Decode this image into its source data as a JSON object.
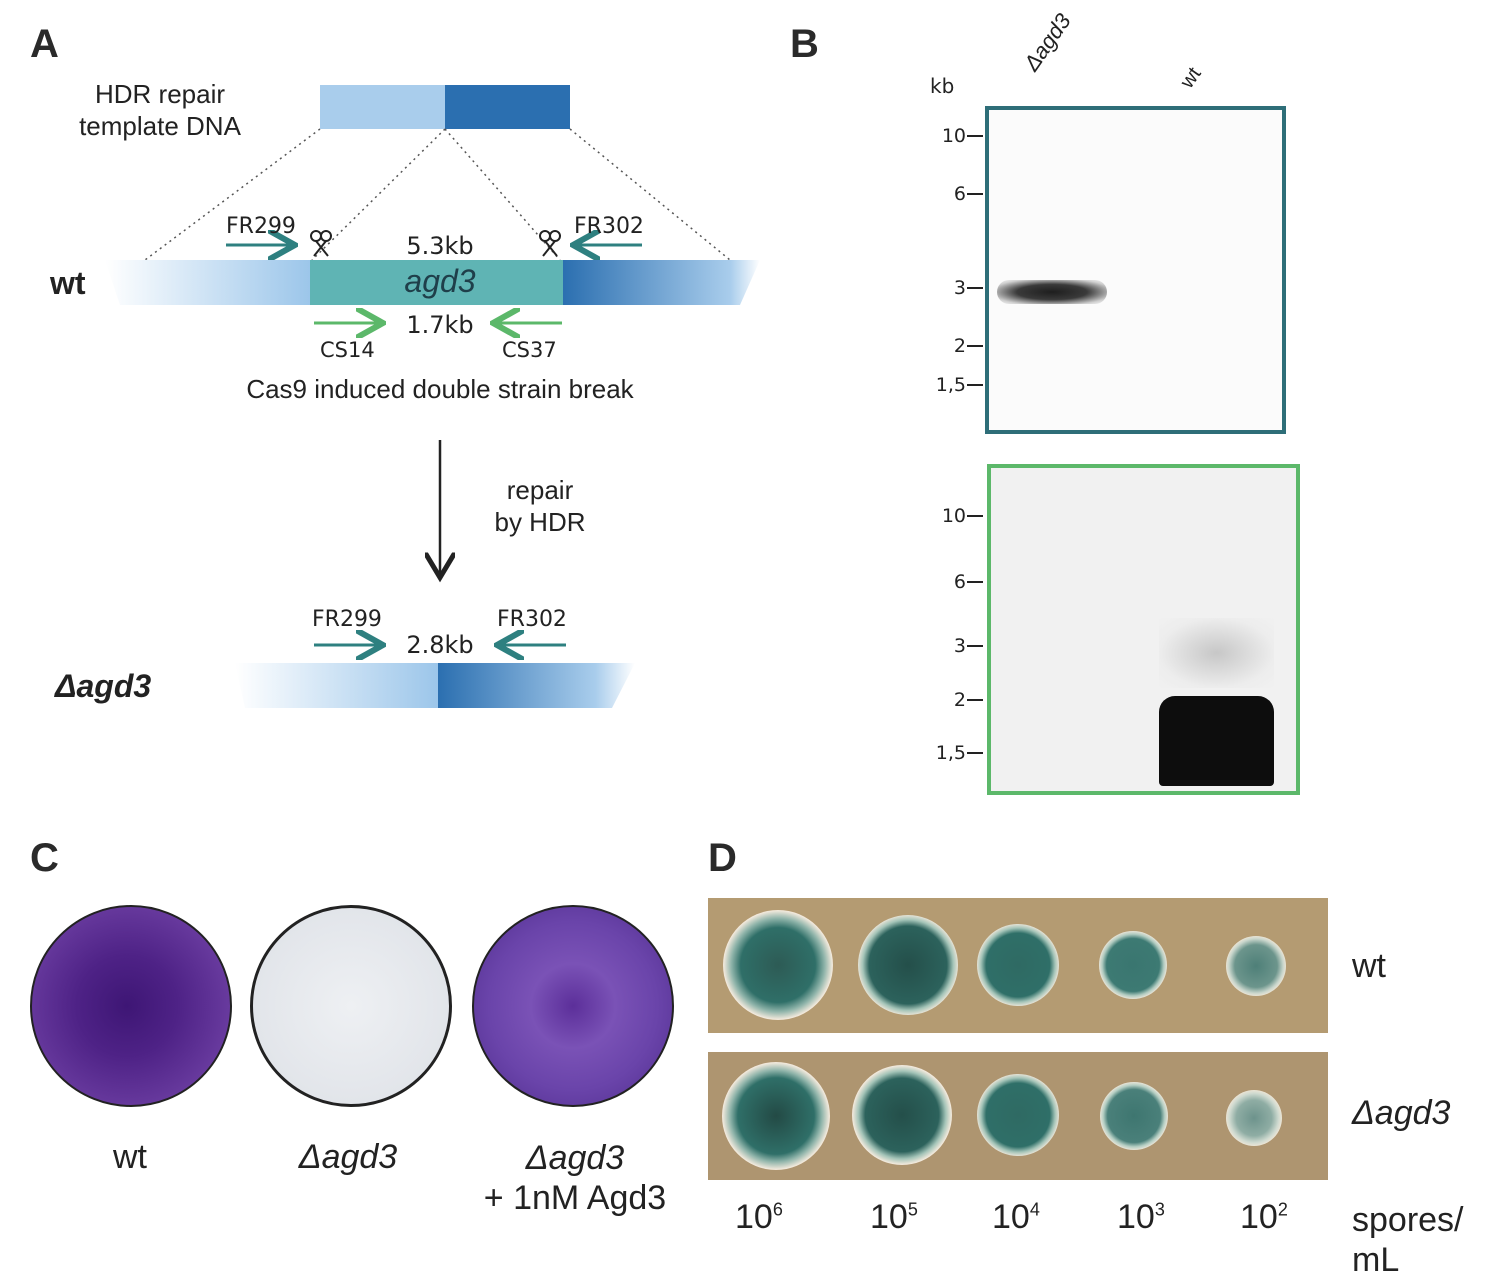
{
  "panels": {
    "a": {
      "letter": "A",
      "template_label_line1": "HDR repair",
      "template_label_line2": "template DNA",
      "wt_label": "wt",
      "primer_fr299": "FR299",
      "primer_fr302": "FR302",
      "size_wt": "5.3kb",
      "gene": "agd3",
      "primer_cs14": "CS14",
      "primer_cs37": "CS37",
      "size_internal": "1.7kb",
      "break_caption": "Cas9 induced double strain break",
      "repair_line1": "repair",
      "repair_line2": "by HDR",
      "mutant_label": "Δagd3",
      "mutant_fr299": "FR299",
      "mutant_fr302": "FR302",
      "size_mutant": "2.8kb",
      "colors": {
        "light_blue": "#a9cdec",
        "dark_blue": "#2b6fb0",
        "teal_gene": "#5fb4b4",
        "teal_arrow": "#2e8080",
        "green_arrow": "#5cb86a"
      }
    },
    "b": {
      "letter": "B",
      "kb_label": "kb",
      "lane1": "Δagd3",
      "lane2": "wt",
      "blot_top": {
        "border_color": "#2e6e78",
        "ticks": [
          "10",
          "6",
          "3",
          "2",
          "1,5"
        ]
      },
      "blot_bottom": {
        "border_color": "#5cb86a",
        "ticks": [
          "10",
          "6",
          "3",
          "2",
          "1,5"
        ]
      }
    },
    "c": {
      "letter": "C",
      "plates": [
        {
          "label": "wt",
          "color": "#5b2a8f"
        },
        {
          "label": "Δagd3",
          "color": "#e4e6ea"
        },
        {
          "label_line1": "Δagd3",
          "label_line2": "+ 1nM Agd3",
          "color": "#6a3da8"
        }
      ]
    },
    "d": {
      "letter": "D",
      "row_labels": [
        "wt",
        "Δagd3"
      ],
      "dilutions": [
        "10",
        "10",
        "10",
        "10",
        "10"
      ],
      "exponents": [
        "6",
        "5",
        "4",
        "3",
        "2"
      ],
      "unit_line1": "spores/",
      "unit_line2": "mL",
      "colony_color": "#2f6f68",
      "agar_color": "#b69d72"
    }
  }
}
